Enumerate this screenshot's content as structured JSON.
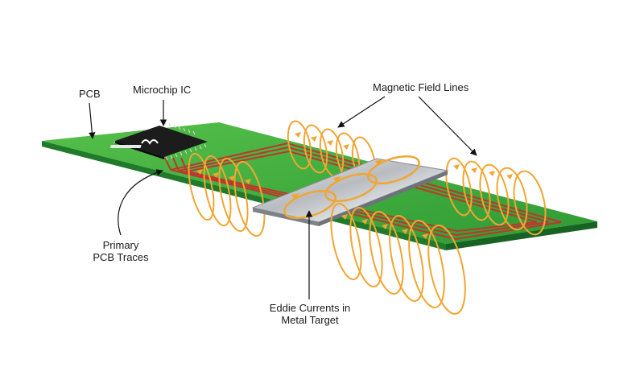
{
  "labels": {
    "pcb": "PCB",
    "microchip_ic": "Microchip IC",
    "magnetic_field_lines": "Magnetic Field Lines",
    "primary_traces_line1": "Primary",
    "primary_traces_line2": "PCB Traces",
    "eddie_line1": "Eddie Currents in",
    "eddie_line2": "Metal Target"
  },
  "colors": {
    "pcb_top": "#3fae3b",
    "pcb_side": "#1f7a2a",
    "trace": "#c0362c",
    "field_line": "#f0a632",
    "metal": "#c9ccd0",
    "chip": "#1c1c1c",
    "leader": "#111111"
  },
  "icons": {
    "chip_logo": "microchip-logo-icon"
  }
}
